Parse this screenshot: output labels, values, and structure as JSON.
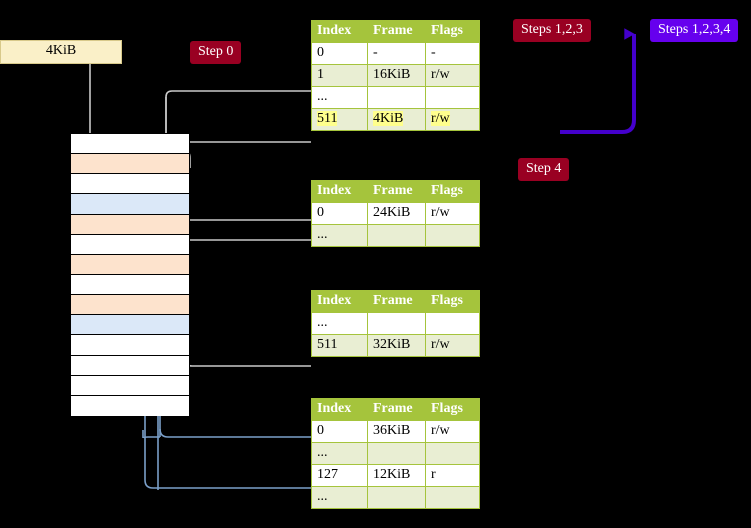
{
  "labels": {
    "step0": "Step 0",
    "step4": "Step 4",
    "steps123": "Steps 1,2,3",
    "steps1234": "Steps 1,2,3,4",
    "frame_size": "4KiB"
  },
  "colors": {
    "pill_red": "#990022",
    "pill_purple": "#6600ee",
    "table_header": "#a5c43c",
    "table_alt_row": "#e9eed3",
    "highlight": "#ffff8d",
    "mem_orange": "#fde3cd",
    "mem_blue": "#dbe8f8",
    "wire_gray": "#b8b8b8",
    "wire_blue": "#7a9fc9",
    "kib_box": "#faf0c8"
  },
  "tables": [
    {
      "name": "pml4-table",
      "headers": [
        "Index",
        "Frame",
        "Flags"
      ],
      "rows": [
        {
          "cells": [
            "0",
            "-",
            "-"
          ],
          "style": "plain",
          "highlight": false
        },
        {
          "cells": [
            "1",
            "16KiB",
            "r/w"
          ],
          "style": "alt",
          "highlight": false
        },
        {
          "cells": [
            "...",
            "",
            ""
          ],
          "style": "plain",
          "highlight": false
        },
        {
          "cells": [
            "511",
            "4KiB",
            "r/w"
          ],
          "style": "alt",
          "highlight": true
        }
      ]
    },
    {
      "name": "pdp-table",
      "headers": [
        "Index",
        "Frame",
        "Flags"
      ],
      "rows": [
        {
          "cells": [
            "0",
            "24KiB",
            "r/w"
          ],
          "style": "plain",
          "highlight": false
        },
        {
          "cells": [
            "...",
            "",
            ""
          ],
          "style": "alt",
          "highlight": false
        }
      ]
    },
    {
      "name": "pd-table",
      "headers": [
        "Index",
        "Frame",
        "Flags"
      ],
      "rows": [
        {
          "cells": [
            "...",
            "",
            ""
          ],
          "style": "plain",
          "highlight": false
        },
        {
          "cells": [
            "511",
            "32KiB",
            "r/w"
          ],
          "style": "alt",
          "highlight": false
        }
      ]
    },
    {
      "name": "pt-table",
      "headers": [
        "Index",
        "Frame",
        "Flags"
      ],
      "rows": [
        {
          "cells": [
            "0",
            "36KiB",
            "r/w"
          ],
          "style": "plain",
          "highlight": false
        },
        {
          "cells": [
            "...",
            "",
            ""
          ],
          "style": "alt",
          "highlight": false
        },
        {
          "cells": [
            "127",
            "12KiB",
            "r"
          ],
          "style": "plain",
          "highlight": false
        },
        {
          "cells": [
            "...",
            "",
            ""
          ],
          "style": "alt",
          "highlight": false
        }
      ]
    }
  ],
  "memory_column": {
    "rows": [
      {
        "fill": "white"
      },
      {
        "fill": "orange"
      },
      {
        "fill": "white"
      },
      {
        "fill": "blue"
      },
      {
        "fill": "orange"
      },
      {
        "fill": "white"
      },
      {
        "fill": "orange"
      },
      {
        "fill": "white"
      },
      {
        "fill": "orange"
      },
      {
        "fill": "blue"
      },
      {
        "fill": "white"
      },
      {
        "fill": "white"
      },
      {
        "fill": "white"
      },
      {
        "fill": "white"
      }
    ]
  }
}
